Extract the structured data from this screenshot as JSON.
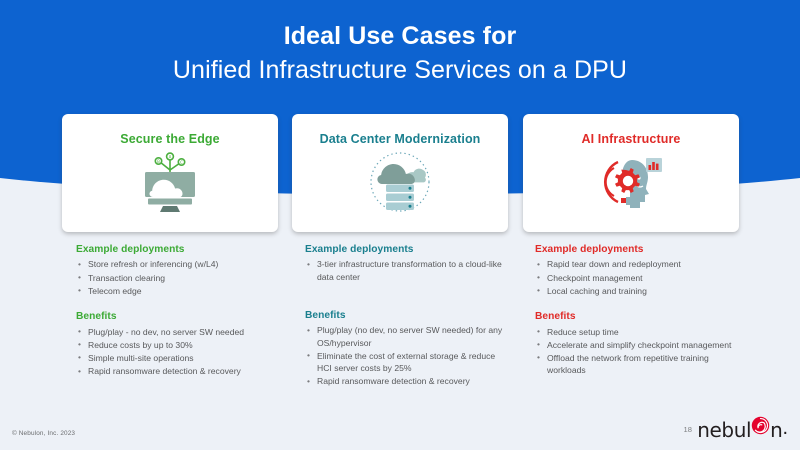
{
  "slide": {
    "title_line1": "Ideal Use Cases for",
    "title_line2": "Unified Infrastructure Services on a DPU",
    "background_color": "#edf1f7",
    "band_color": "#0d63d0"
  },
  "cards": [
    {
      "title": "Secure the Edge",
      "accent_color": "#3caa35",
      "icon": "edge-monitor-cloud-icon"
    },
    {
      "title": "Data Center Modernization",
      "accent_color": "#1a7f8e",
      "icon": "datacenter-cloud-servers-icon"
    },
    {
      "title": "AI Infrastructure",
      "accent_color": "#e02b28",
      "icon": "ai-head-gear-icon"
    }
  ],
  "columns": [
    {
      "accent_color": "#3caa35",
      "deployments_heading": "Example deployments",
      "deployments": [
        "Store refresh or inferencing (w/L4)",
        "Transaction clearing",
        "Telecom edge"
      ],
      "benefits_heading": "Benefits",
      "benefits": [
        "Plug/play - no dev, no server SW needed",
        "Reduce costs by up to 30%",
        "Simple multi-site operations",
        "Rapid ransomware detection & recovery"
      ]
    },
    {
      "accent_color": "#1a7f8e",
      "deployments_heading": "Example deployments",
      "deployments": [
        "3-tier infrastructure transformation to a cloud-like data center"
      ],
      "benefits_heading": "Benefits",
      "benefits": [
        "Plug/play (no dev, no server SW needed) for any OS/hypervisor",
        "Eliminate the cost of external storage & reduce HCI server costs by 25%",
        "Rapid ransomware detection & recovery"
      ]
    },
    {
      "accent_color": "#e02b28",
      "deployments_heading": "Example deployments",
      "deployments": [
        "Rapid tear down and redeployment",
        "Checkpoint management",
        "Local caching and training"
      ],
      "benefits_heading": "Benefits",
      "benefits": [
        "Reduce setup time",
        "Accelerate and simplify checkpoint management",
        "Offload the network from repetitive training workloads"
      ]
    }
  ],
  "footer": {
    "copyright": "© Nebulon, Inc. 2023",
    "page_number": "18",
    "logo_text_before": "nebul",
    "logo_text_after": "n",
    "logo_period": ".",
    "logo_swirl_color": "#e4032e"
  }
}
